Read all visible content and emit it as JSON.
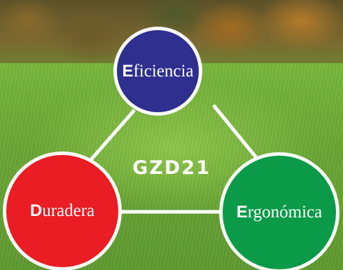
{
  "model_label": "GZD21",
  "circles": {
    "top": {
      "initial": "E",
      "rest": "ficiencia",
      "color": "#2e2f8f"
    },
    "left": {
      "initial": "D",
      "rest": "uradera",
      "color": "#ea1c24"
    },
    "right": {
      "initial": "E",
      "rest": "rgonómica",
      "color": "#0b9a48"
    }
  },
  "colors": {
    "connector": "#ffffff",
    "text": "#ffffff"
  }
}
